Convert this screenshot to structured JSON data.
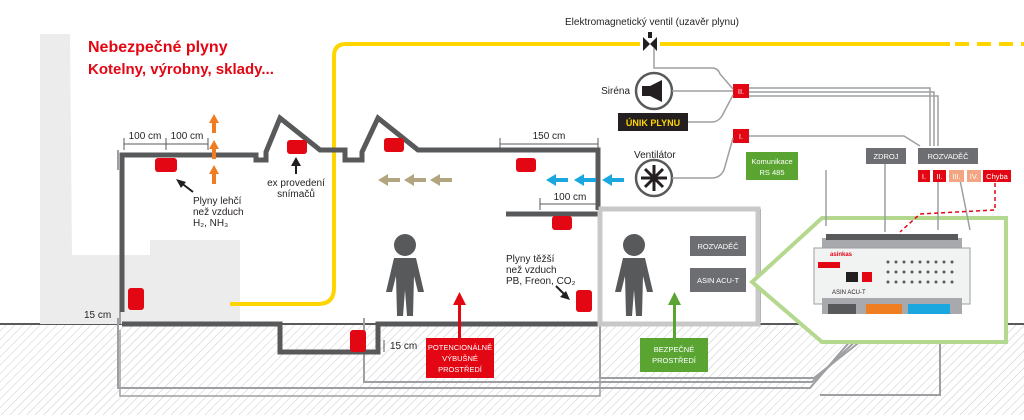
{
  "heading": {
    "title": "Nebezpečné plyny",
    "subtitle": "Kotelny, výrobny, sklady..."
  },
  "labels": {
    "valve": "Elektromagnetický ventil (uzavěr plynu)",
    "siren": "Siréna",
    "leak_sign": "ÚNIK PLYNU",
    "fan": "Ventilátor",
    "dim_100a": "100 cm",
    "dim_100b": "100 cm",
    "dim_150": "150 cm",
    "dim_100c": "100 cm",
    "dim_15a": "15 cm",
    "dim_15b": "15 cm",
    "lighter_l1": "Plyny lehčí",
    "lighter_l2": "než vzduch",
    "lighter_l3": "H₂, NH₃",
    "ex_l1": "ex provedení",
    "ex_l2": "snímačů",
    "heavier_l1": "Plyny těžší",
    "heavier_l2": "než vzduch",
    "heavier_l3": "PB, Freon, CO₂",
    "potential_l1": "POTENCIONÁLNĚ",
    "potential_l2": "VÝBUŠNÉ",
    "potential_l3": "PROSTŘEDÍ",
    "safe_l1": "BEZPEČNÉ",
    "safe_l2": "PROSTŘEDÍ",
    "panel_rozvadec": "ROZVADĚČ",
    "panel_asin": "ASIN ACU-T",
    "comm_l1": "Komunikace",
    "comm_l2": "RS 485",
    "zdroj": "ZDROJ",
    "rozvadec_top": "ROZVADĚČ",
    "tag_I": "I.",
    "tag_II": "II.",
    "tag_III": "III.",
    "tag_IV": "IV.",
    "tag_chyba": "Chyba",
    "relay_siren": "II.",
    "relay_fan": "I.",
    "device_brand": "asinkas",
    "device_model": "ASIN ACU-T"
  },
  "colors": {
    "danger_red": "#e30613",
    "wall_gray": "#58595b",
    "gas_line_yellow": "#ffd500",
    "safe_green": "#5aa532",
    "frame_green": "#b5d88f",
    "panel_gray": "#6d6e71",
    "light_arrow_orange": "#ef7d22",
    "heavy_arrow_tan": "#b3a57f",
    "fan_arrow_blue": "#1aa7e0",
    "tag_orange": "#f4a582"
  },
  "icons": {
    "valve": "valve-icon",
    "siren": "siren-icon",
    "fan": "fan-icon",
    "person": "person-icon",
    "sensor": "gas-sensor-icon"
  }
}
